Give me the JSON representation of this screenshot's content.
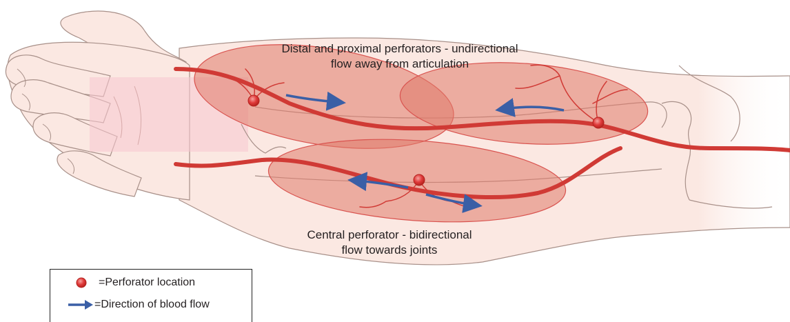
{
  "captions": {
    "top_line1": "Distal and proximal perforators - undirectional",
    "top_line2": "flow away from articulation",
    "bottom_line1": "Central perforator - bidirectional",
    "bottom_line2": "flow towards joints"
  },
  "legend": {
    "perforator_label": "=Perforator location",
    "flow_label": "=Direction of blood flow"
  },
  "colors": {
    "skin": "#fbe8e2",
    "skin_outline": "#a89089",
    "artery": "#d03a35",
    "territory_fill": "#e07a6a",
    "territory_stroke": "#d9534f",
    "arrow": "#3a5fa6",
    "perforator": "#e03a3a"
  },
  "icons": {
    "perforator": "red-dot-icon",
    "flow": "blue-arrow-icon"
  }
}
